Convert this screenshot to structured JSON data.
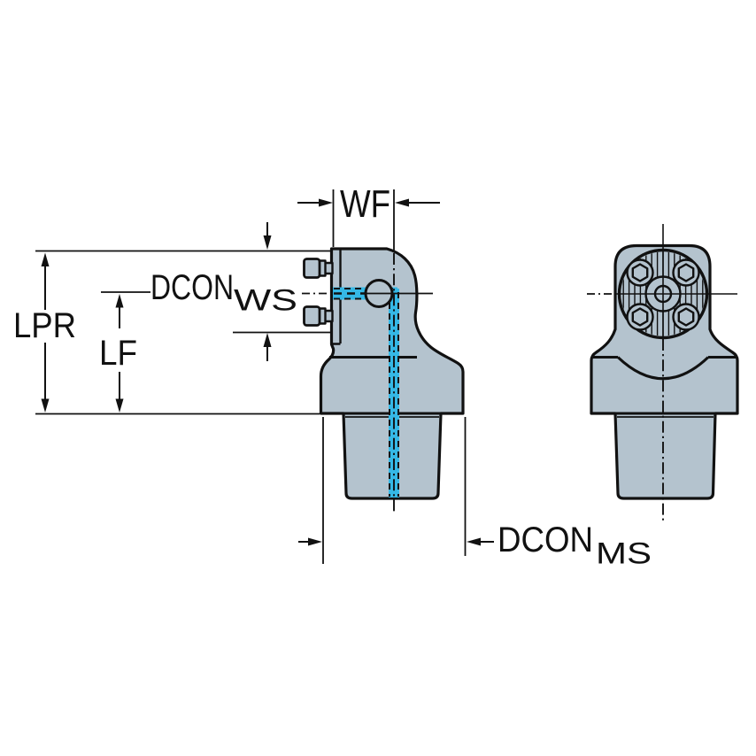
{
  "colors": {
    "body_fill": "#b4c3ce",
    "outline": "#111111",
    "coolant": "#35b8e6",
    "background": "#ffffff"
  },
  "labels": {
    "wf": "WF",
    "lpr": "LPR",
    "lf": "LF",
    "dcon_ws": {
      "main": "DCON",
      "sub": "WS"
    },
    "dcon_ms": {
      "main": "DCON",
      "sub": "MS"
    }
  }
}
